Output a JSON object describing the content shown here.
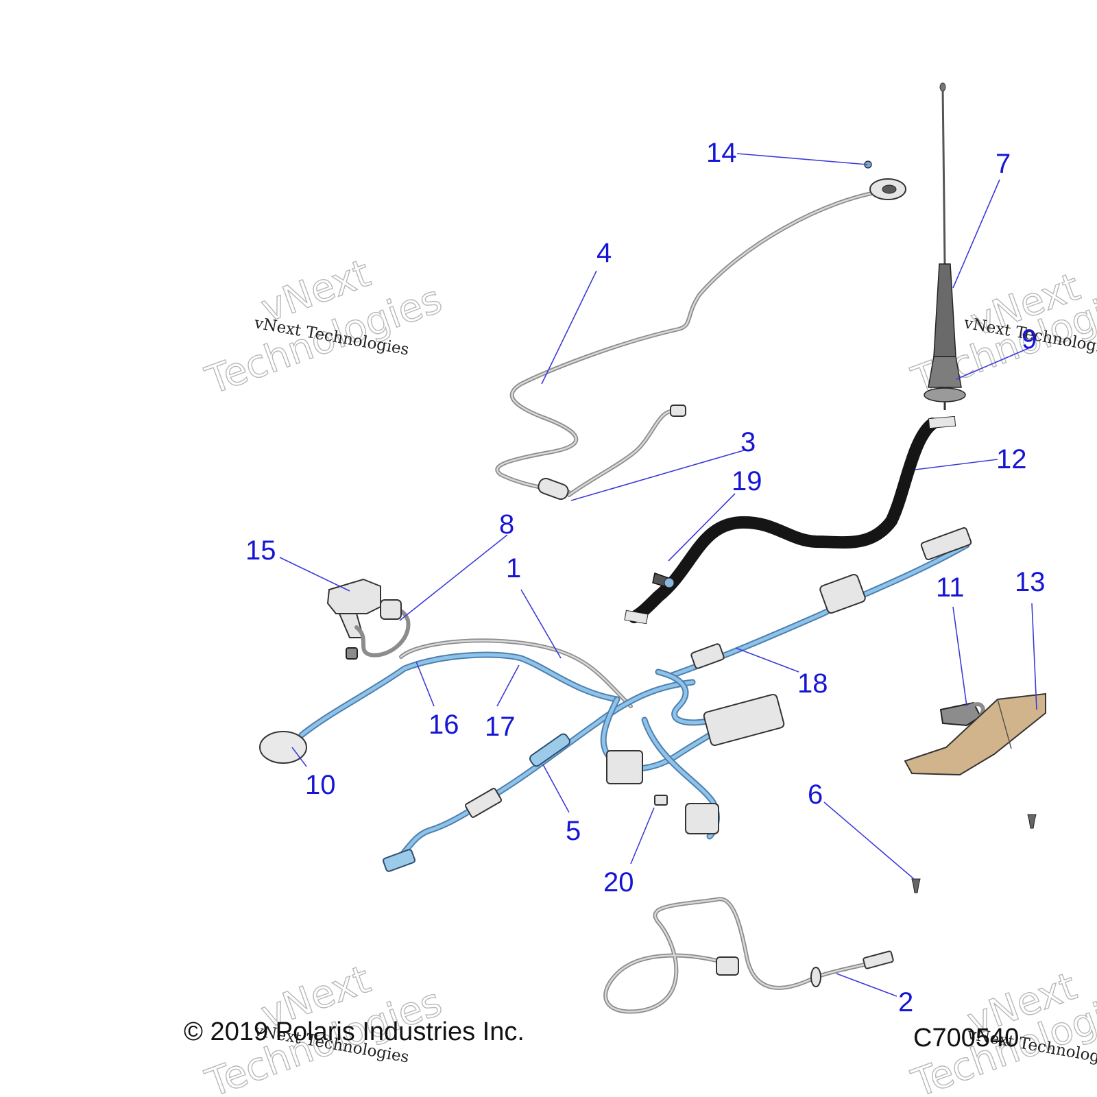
{
  "callouts": [
    {
      "id": "1",
      "text": "1"
    },
    {
      "id": "2",
      "text": "2"
    },
    {
      "id": "3",
      "text": "3"
    },
    {
      "id": "4",
      "text": "4"
    },
    {
      "id": "5",
      "text": "5"
    },
    {
      "id": "6",
      "text": "6"
    },
    {
      "id": "7",
      "text": "7"
    },
    {
      "id": "8",
      "text": "8"
    },
    {
      "id": "9",
      "text": "9"
    },
    {
      "id": "10",
      "text": "10"
    },
    {
      "id": "11",
      "text": "11"
    },
    {
      "id": "12",
      "text": "12"
    },
    {
      "id": "13",
      "text": "13"
    },
    {
      "id": "14",
      "text": "14"
    },
    {
      "id": "15",
      "text": "15"
    },
    {
      "id": "16",
      "text": "16"
    },
    {
      "id": "17",
      "text": "17"
    },
    {
      "id": "18",
      "text": "18"
    },
    {
      "id": "19",
      "text": "19"
    },
    {
      "id": "20",
      "text": "20"
    }
  ],
  "watermark": {
    "small": "vNext Technologies",
    "big_line1": "vNext",
    "big_line2": "Technologies"
  },
  "footer": {
    "copyright": "© 2019 Polaris Industries Inc.",
    "code": "C700540"
  },
  "colors": {
    "callout": "#1515d6",
    "harness": "#8fc4ea",
    "strap": "#151515"
  }
}
